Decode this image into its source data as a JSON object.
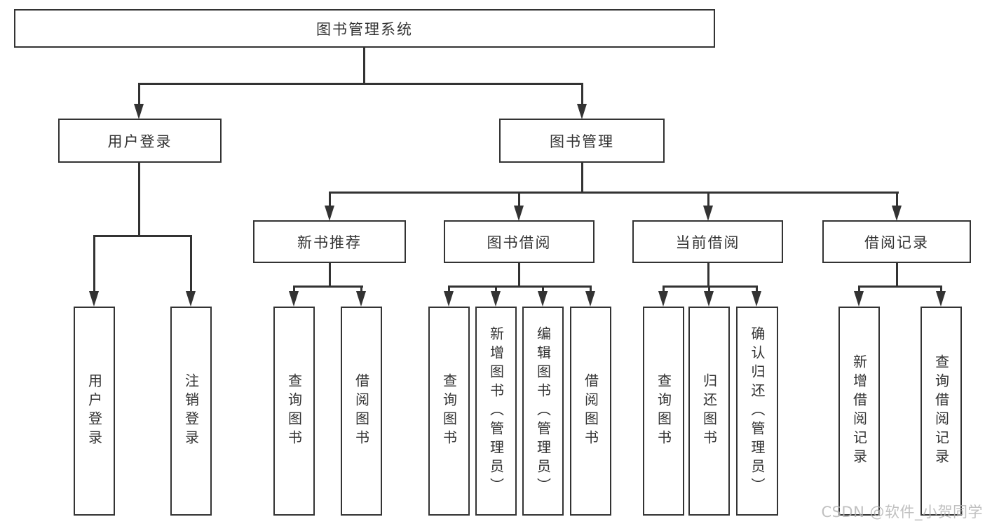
{
  "diagram": {
    "type": "tree",
    "tree": {
      "label": "图书管理系统",
      "children": [
        {
          "label": "用户登录",
          "children": [
            {
              "label": "用户登录"
            },
            {
              "label": "注销登录"
            }
          ]
        },
        {
          "label": "图书管理",
          "children": [
            {
              "label": "新书推荐",
              "children": [
                {
                  "label": "查询图书"
                },
                {
                  "label": "借阅图书"
                }
              ]
            },
            {
              "label": "图书借阅",
              "children": [
                {
                  "label": "查询图书"
                },
                {
                  "label": "新增图书（管理员）"
                },
                {
                  "label": "编辑图书（管理员）"
                },
                {
                  "label": "借阅图书"
                }
              ]
            },
            {
              "label": "当前借阅",
              "children": [
                {
                  "label": "查询图书"
                },
                {
                  "label": "归还图书"
                },
                {
                  "label": "确认归还（管理员）"
                }
              ]
            },
            {
              "label": "借阅记录",
              "children": [
                {
                  "label": "新增借阅记录"
                },
                {
                  "label": "查询借阅记录"
                }
              ]
            }
          ]
        }
      ]
    },
    "colors": {
      "line": "#333333",
      "text": "#333333",
      "box_background": "#ffffff",
      "page_background": "#ffffff",
      "watermark": "#b2b2b2"
    }
  },
  "watermark": {
    "text": "CSDN @软件_小贺同学"
  }
}
